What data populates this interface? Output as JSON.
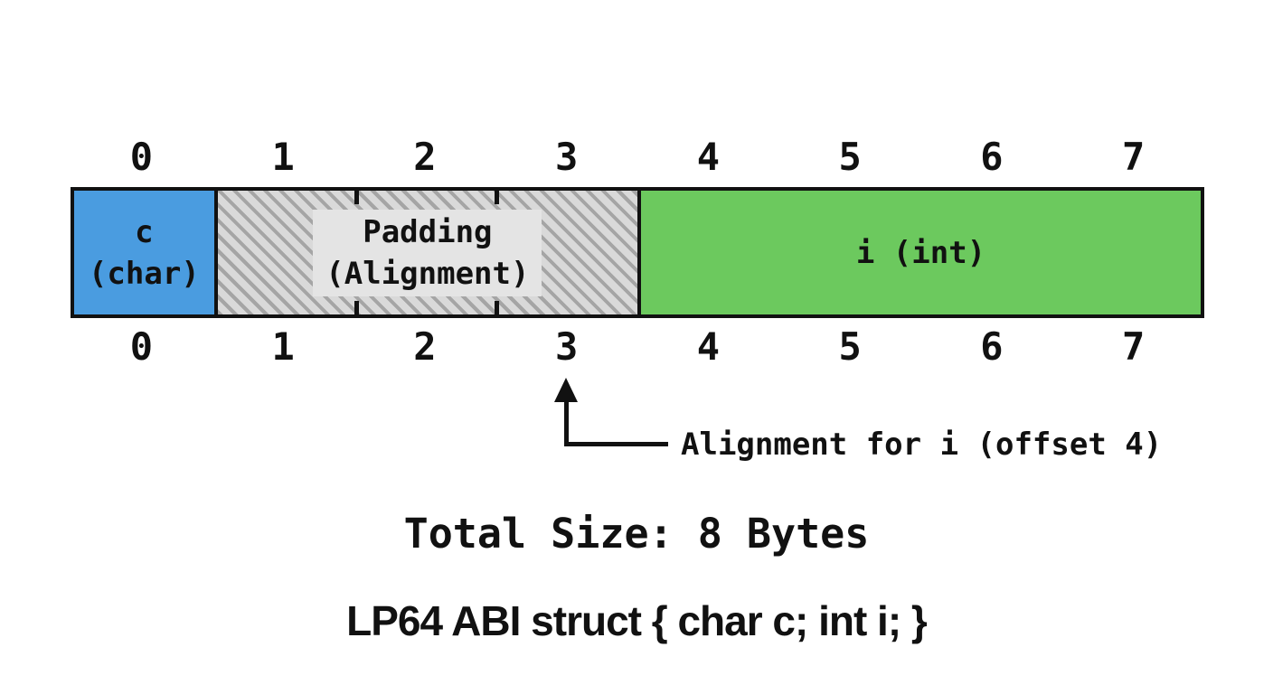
{
  "colors": {
    "char_fill": "#4a9ce0",
    "int_fill": "#6cc95e",
    "hatch_base": "#d9d9d9",
    "hatch_stripe": "#a5a5a5",
    "padding_label_bg": "#e4e4e4",
    "line": "#111111"
  },
  "scale_top": [
    "0",
    "1",
    "2",
    "3",
    "4",
    "5",
    "6",
    "7"
  ],
  "scale_bottom": [
    "0",
    "1",
    "2",
    "3",
    "4",
    "5",
    "6",
    "7"
  ],
  "cells": {
    "char_line1": "c",
    "char_line2": "(char)",
    "padding_line1": "Padding",
    "padding_line2": "(Alignment)",
    "int_label": "i (int)"
  },
  "annotation": {
    "label": "Alignment for i (offset 4)"
  },
  "footer": {
    "total_size": "Total Size: 8 Bytes",
    "caption": "LP64 ABI struct { char c; int i; }"
  }
}
